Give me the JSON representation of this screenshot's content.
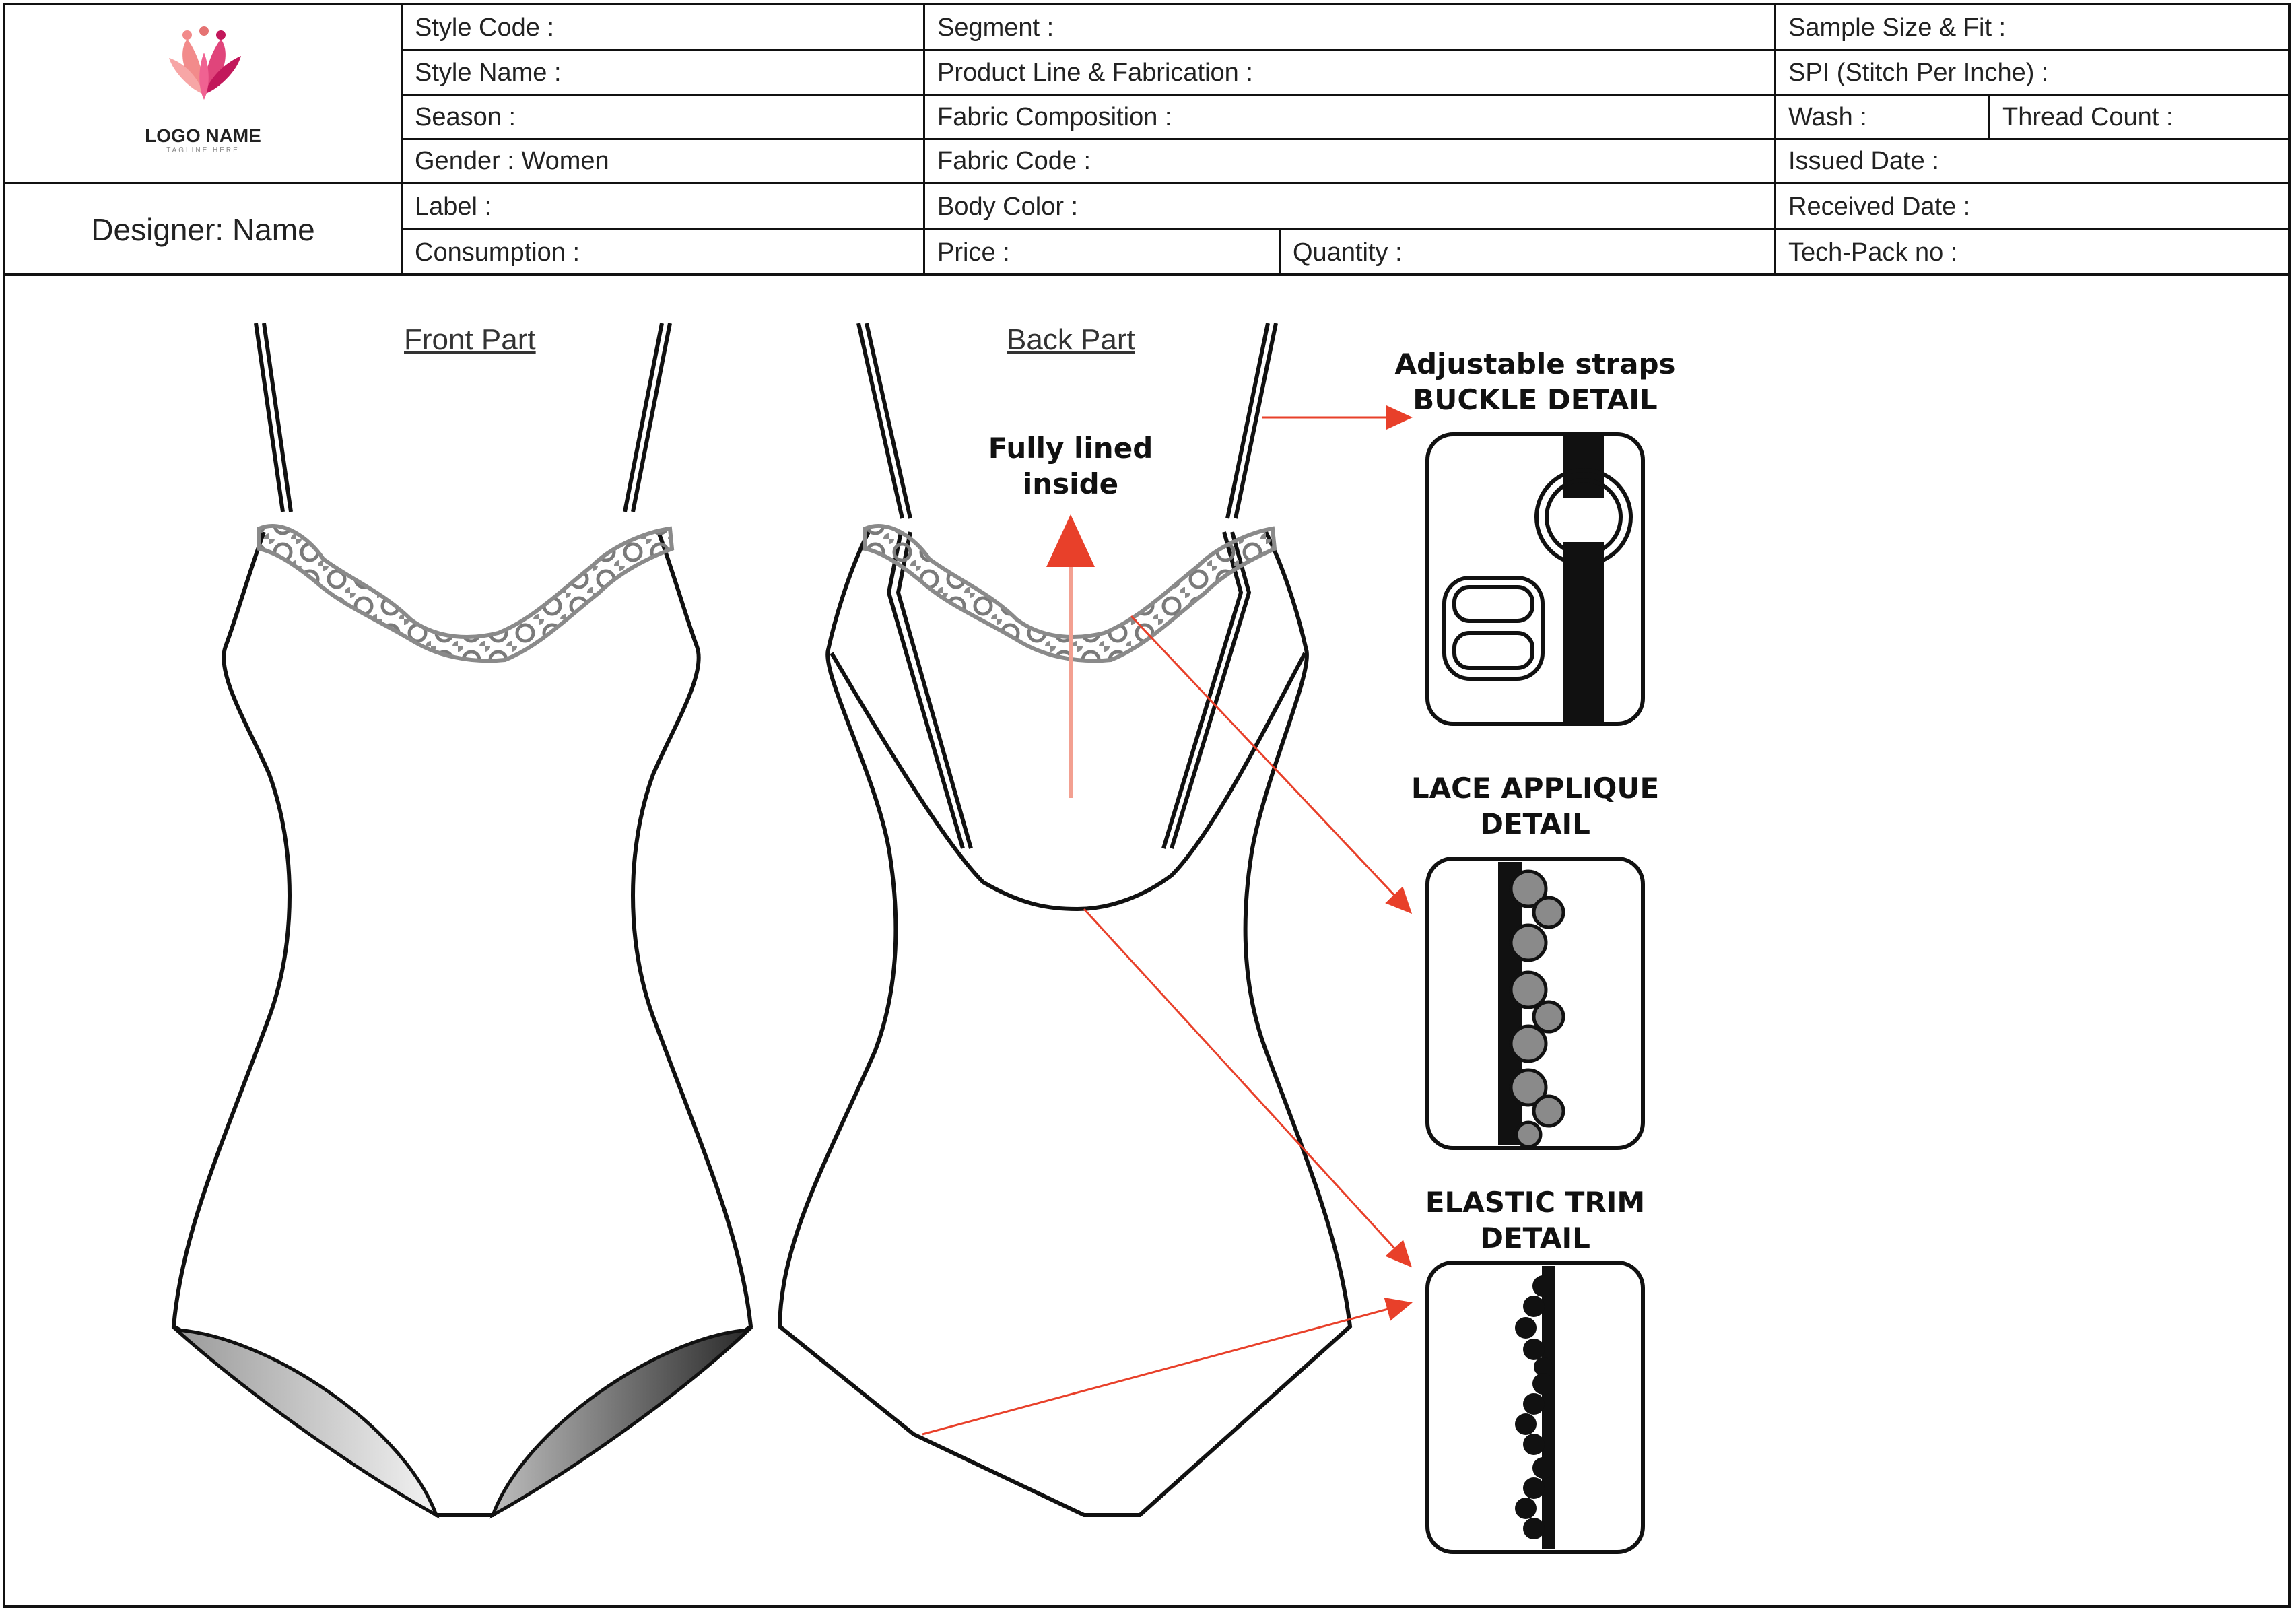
{
  "logo": {
    "name": "LOGO NAME",
    "tagline": "TAGLINE HERE",
    "icon": "lotus-people-icon"
  },
  "designer": "Designer: Name",
  "header": {
    "style_code": "Style Code :",
    "style_name": "Style Name :",
    "season": "Season :",
    "gender": "Gender : Women",
    "label": "Label :",
    "consumption": "Consumption :",
    "segment": "Segment :",
    "product_line": "Product Line & Fabrication :",
    "fabric_composition": "Fabric Composition :",
    "fabric_code": "Fabric Code :",
    "body_color": "Body Color :",
    "price": "Price :",
    "quantity": "Quantity :",
    "sample_size": "Sample Size & Fit :",
    "spi": "SPI (Stitch Per Inche) :",
    "wash": "Wash :",
    "thread_count": "Thread Count :",
    "issued_date": "Issued Date :",
    "received_date": "Received Date :",
    "techpack_no": "Tech-Pack no :"
  },
  "drawing": {
    "front_label": "Front Part",
    "back_label": "Back Part",
    "note": "Fully lined inside",
    "details": [
      {
        "title_line1": "Adjustable straps",
        "title_line2": "BUCKLE DETAIL",
        "icon": "buckle-icon"
      },
      {
        "title_line1": "LACE APPLIQUE",
        "title_line2": "DETAIL",
        "icon": "lace-icon"
      },
      {
        "title_line1": "ELASTIC TRIM",
        "title_line2": "DETAIL",
        "icon": "elastic-trim-icon"
      }
    ]
  },
  "colors": {
    "arrow": "#e8402a",
    "line": "#111111",
    "lace": "#8a8a8a"
  }
}
